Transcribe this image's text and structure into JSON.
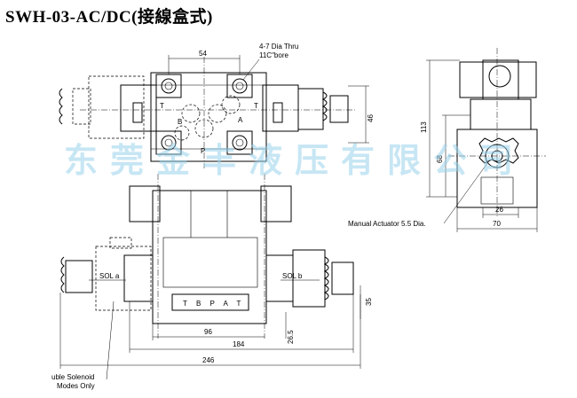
{
  "title": "SWH-03-AC/DC(接線盒式)",
  "watermark": "东莞金丰液压有限公司",
  "top_view": {
    "dim_width": "54",
    "dim_height": "46",
    "port_labels": [
      "T",
      "A",
      "B",
      "P",
      "T"
    ],
    "note_line1": "4-7 Dia Thru",
    "note_line2": "11C\"bore"
  },
  "side_view": {
    "dim_total_height": "113",
    "dim_body_height": "68",
    "dim_inner_width": "26",
    "dim_total_width": "70",
    "note_actuator": "Manual Actuator 5.5 Dia."
  },
  "front_view": {
    "sol_a": "SOL a",
    "sol_b": "SOL b",
    "port_plate": "T B P A T",
    "dim_96": "96",
    "dim_184": "184",
    "dim_246": "246",
    "dim_26_5": "26.5",
    "dim_35": "35",
    "note_line1": "uble Solenoid",
    "note_line2": "Modes Only"
  }
}
